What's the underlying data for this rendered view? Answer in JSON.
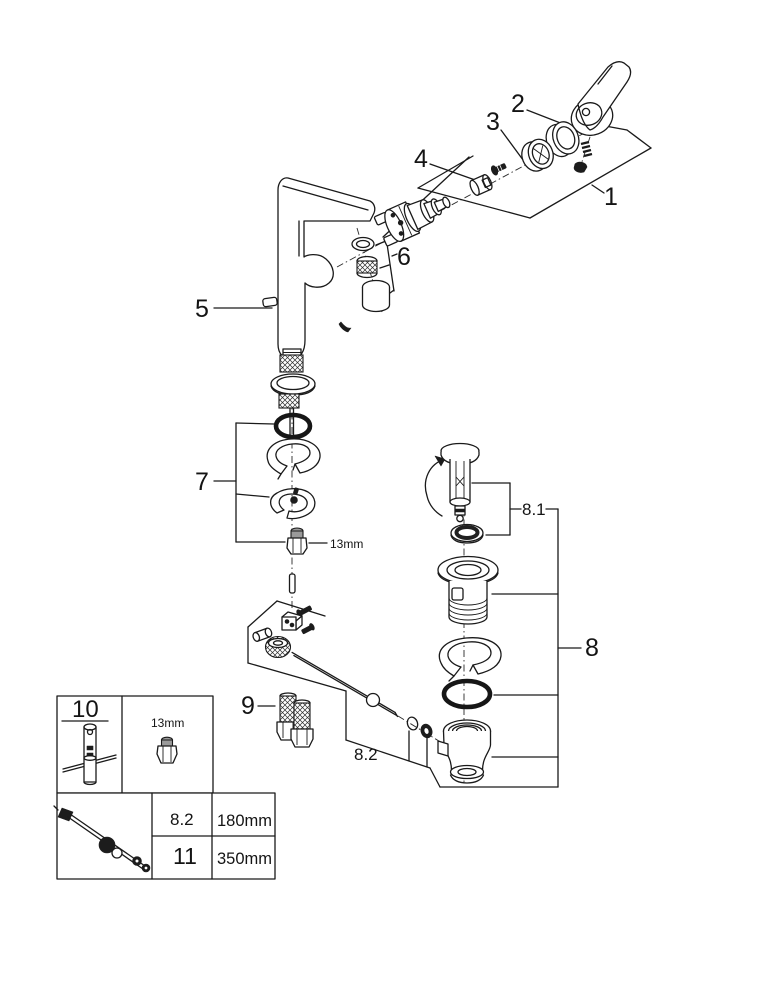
{
  "diagram": {
    "type": "exploded-parts-diagram",
    "subject": "single-lever basin faucet with pop-up waste",
    "background": "#ffffff",
    "line_color": "#1a1a1a",
    "callouts": {
      "c1": "1",
      "c2": "2",
      "c3": "3",
      "c4": "4",
      "c5": "5",
      "c6": "6",
      "c7": "7",
      "c8": "8",
      "c9": "9",
      "c8_1": "8.1",
      "c8_2": "8.2"
    },
    "notes": {
      "nut_size": "13mm"
    },
    "info_box": {
      "tool_ref": "10",
      "nut_size": "13mm",
      "table": {
        "rows": [
          {
            "ref": "8.2",
            "length": "180mm"
          },
          {
            "ref": "11",
            "length": "350mm"
          }
        ]
      }
    }
  }
}
